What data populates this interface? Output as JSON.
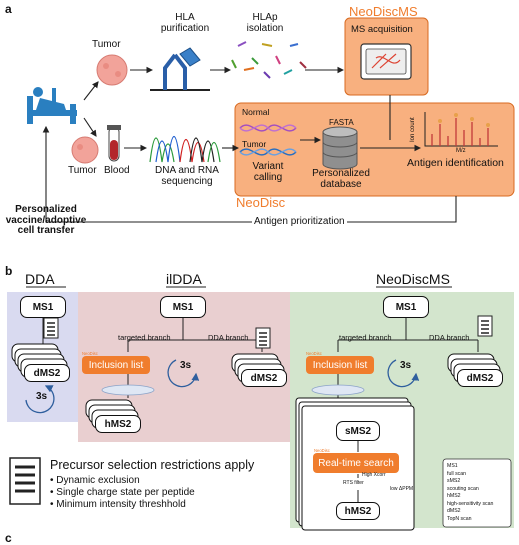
{
  "panel_a": {
    "letter": "a",
    "tumor_top": "Tumor",
    "hla_purification": [
      "HLA",
      "purification"
    ],
    "hlap_isolation": [
      "HLAp",
      "isolation"
    ],
    "neodiscms_title": "NeoDiscMS",
    "ms_acquisition": "MS acquisition",
    "tumor_bottom": "Tumor",
    "blood": "Blood",
    "dna_rna": [
      "DNA and RNA",
      "sequencing"
    ],
    "normal": "Normal",
    "tumor_seq": "Tumor",
    "variant_calling": [
      "Variant",
      "calling"
    ],
    "fasta": "FASTA",
    "personalized_db": [
      "Personalized",
      "database"
    ],
    "ion_count": "Ion count",
    "mz": "M/z",
    "antigen_identification": "Antigen identification",
    "neodisc_title": "NeoDisc",
    "vaccine": [
      "Personalized",
      "vaccine/adoptive",
      "cell transfer"
    ],
    "antigen_prioritization": "Antigen prioritization"
  },
  "panel_b": {
    "letter": "b",
    "dda_title": "DDA",
    "ildda_title": "ilDDA",
    "neodiscms_title": "NeoDiscMS",
    "ms1": "MS1",
    "dms2": "dMS2",
    "hms2": "hMS2",
    "sms2": "sMS2",
    "three_s": "3s",
    "targeted_branch": "targeted branch",
    "dda_branch": "DDA branch",
    "neodisc_tag": "NeoDisc",
    "inclusion_list": "Inclusion list",
    "realtime_search": "Real-time search",
    "high_xcorr": "High Xcorr",
    "low_dppm": "low ΔPPM",
    "rts_filter": "RTS filter",
    "legend_lines": [
      "MS1",
      "full scan",
      "sMS2",
      "scouting scan",
      "hMS2",
      "high-sensitivity scan",
      "dMS2",
      "TopN scan"
    ],
    "restrictions_title": "Precursor selection restrictions apply",
    "restrictions": [
      "Dynamic exclusion",
      "Single charge state per peptide",
      "Minimum intensity threshhold"
    ]
  },
  "panel_c_letter": "c",
  "colors": {
    "orange": "#f07d2d",
    "orange_light": "#f8b07f",
    "dda_bg": "#d9daf0",
    "ildda_bg": "#e9cfd0",
    "neodiscms_bg": "#d3e5cd",
    "blue_arrow": "#2f5f9e",
    "patient_blue": "#2a7fc0"
  }
}
